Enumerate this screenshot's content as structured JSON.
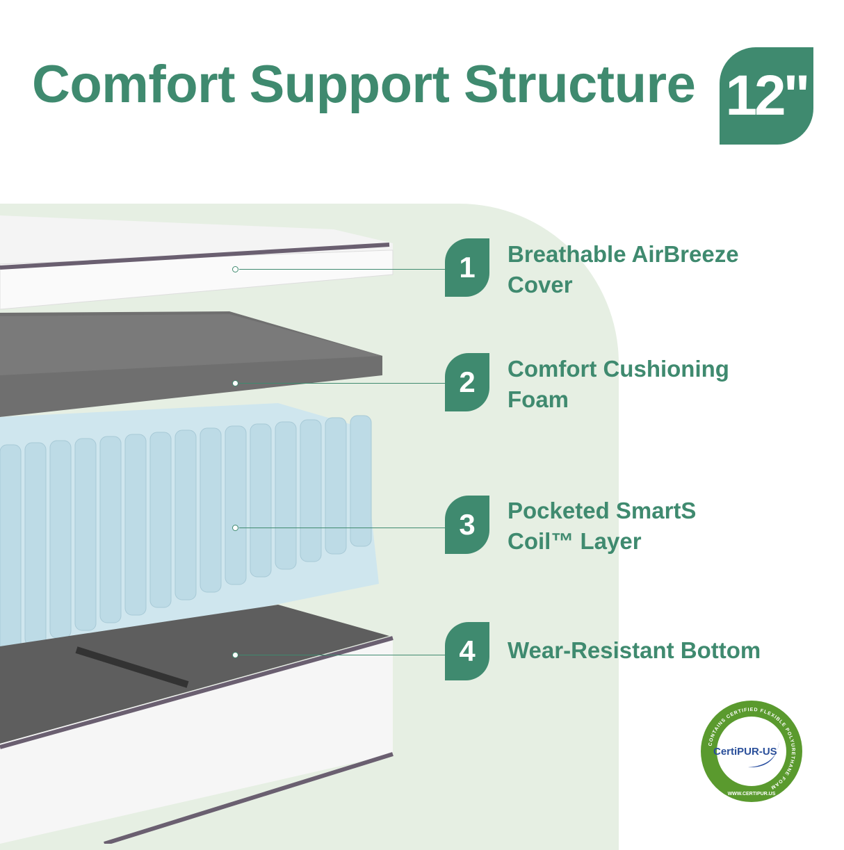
{
  "title": "Comfort Support Structure",
  "size_badge": "12\"",
  "colors": {
    "accent": "#3f8a6f",
    "panel": "#e6efe3",
    "coil": "#cfe6ee",
    "foam": "#6e6e6e",
    "trim": "#6a5f70"
  },
  "layers": [
    {
      "number": "1",
      "label": "Breathable AirBreeze Cover"
    },
    {
      "number": "2",
      "label": "Comfort Cushioning Foam"
    },
    {
      "number": "3",
      "label": "Pocketed SmartS Coil™ Layer"
    },
    {
      "number": "4",
      "label": "Wear-Resistant Bottom"
    }
  ],
  "certification": {
    "name": "CertiPUR-US",
    "ring_text": "CONTAINS CERTIFIED FLEXIBLE POLYURETHANE FOAM",
    "url_text": "WWW.CERTIPUR.US"
  }
}
